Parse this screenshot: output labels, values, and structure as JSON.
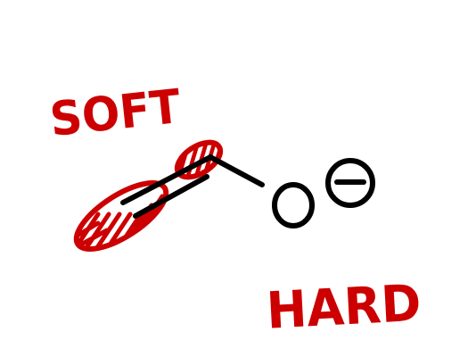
{
  "labels": {
    "soft": "SOFT",
    "hard": "HARD",
    "oxygen": "O",
    "charge": "−"
  },
  "colors": {
    "ink": "#000000",
    "highlight": "#cc0000",
    "background": "#ffffff"
  }
}
